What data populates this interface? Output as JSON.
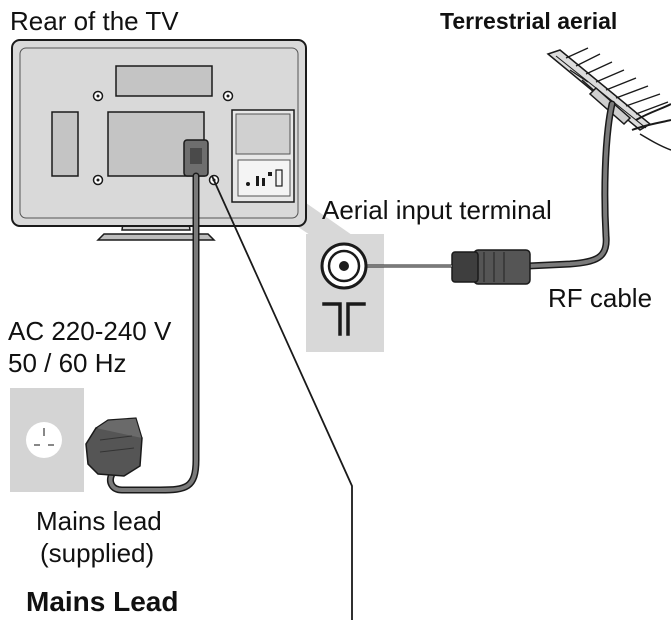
{
  "labels": {
    "rear_of_tv": "Rear of the TV",
    "terrestrial_aerial": "Terrestrial aerial",
    "aerial_input_terminal": "Aerial input terminal",
    "rf_cable": "RF cable",
    "ac_voltage": "AC 220-240 V",
    "ac_frequency": "50 / 60 Hz",
    "mains_lead_line1": "Mains lead",
    "mains_lead_line2": "(supplied)",
    "section_title": "Mains Lead"
  },
  "colors": {
    "tv_body": "#d9d9d9",
    "tv_panel": "#c4c4c4",
    "outline": "#1a1a1a",
    "cable": "#7a7a7a",
    "callout": "#d8d8d8",
    "socket_plate": "#d4d4d4",
    "text": "#111111"
  },
  "icons": [
    "tv-rear-icon",
    "aerial-antenna-icon",
    "rf-plug-icon",
    "mains-socket-icon",
    "mains-plug-icon",
    "aerial-terminal-icon",
    "aerial-port-symbol"
  ]
}
